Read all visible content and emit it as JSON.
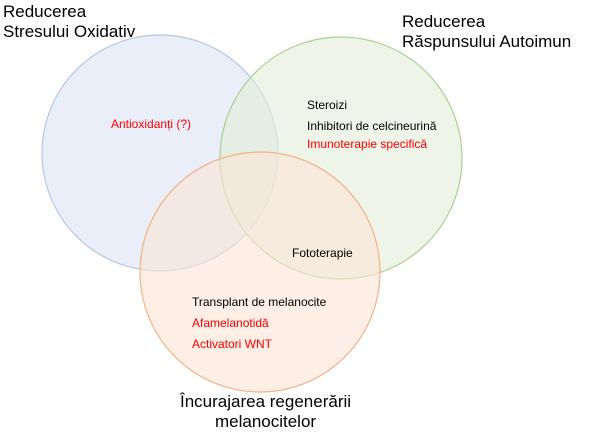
{
  "diagram": {
    "sets": [
      {
        "label_line1": "Reducerea",
        "label_line2": "Stresului Oxidativ",
        "fill": "#dae3f3",
        "stroke": "#b4c7e7",
        "items": [
          {
            "text": "Antioxidanți (?)",
            "color": "#ff0000"
          }
        ]
      },
      {
        "label_line1": "Reducerea",
        "label_line2": "Răspunsului Autoimun",
        "fill": "#e2efd9",
        "stroke": "#a9d18e",
        "items": [
          {
            "text": "Steroizi",
            "color": "#000000"
          },
          {
            "text": "Inhibitori de celcineurină",
            "color": "#000000"
          },
          {
            "text": "Imunoterapie specifică",
            "color": "#ff0000"
          }
        ]
      },
      {
        "label_line1": "Încurajarea regenerării",
        "label_line2": "melanocitelor",
        "fill": "#fbe5d6",
        "stroke": "#f4b183",
        "items": [
          {
            "text": "Transplant de melanocite",
            "color": "#000000"
          },
          {
            "text": "Afamelanotidă",
            "color": "#ff0000"
          },
          {
            "text": "Activatori WNT",
            "color": "#ff0000"
          }
        ]
      }
    ],
    "intersection": {
      "text": "Fototerapie",
      "color": "#000000"
    }
  }
}
